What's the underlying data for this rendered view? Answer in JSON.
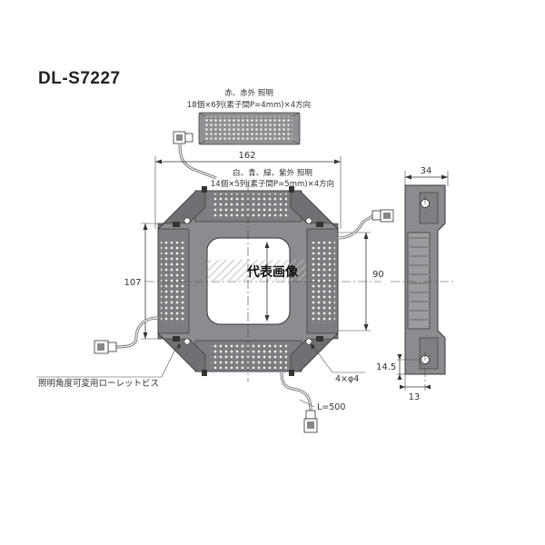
{
  "title": "DL-S7227",
  "labels": {
    "top_module_line1": "赤、赤外 照明",
    "top_module_line2": "18個×6列(素子間P=4mm)×4方向",
    "side_module_line1": "白、青、緑、紫外 照明",
    "side_module_line2": "14個×5列(素子間P=5mm)×4方向",
    "watermark": "代表画像",
    "screw_note": "照明角度可変用ローレットビス",
    "holes_note": "4×φ4",
    "cable_length": "L=500"
  },
  "dimensions": {
    "width": "162",
    "height": "107",
    "inner": "90",
    "side_depth": "34",
    "hole_offset_v": "14.5",
    "hole_offset_h": "13"
  },
  "colors": {
    "body": "#8a8c8f",
    "panel": "#7b7d80",
    "led_dot": "#f2f2f2",
    "watermark": "#111111"
  }
}
